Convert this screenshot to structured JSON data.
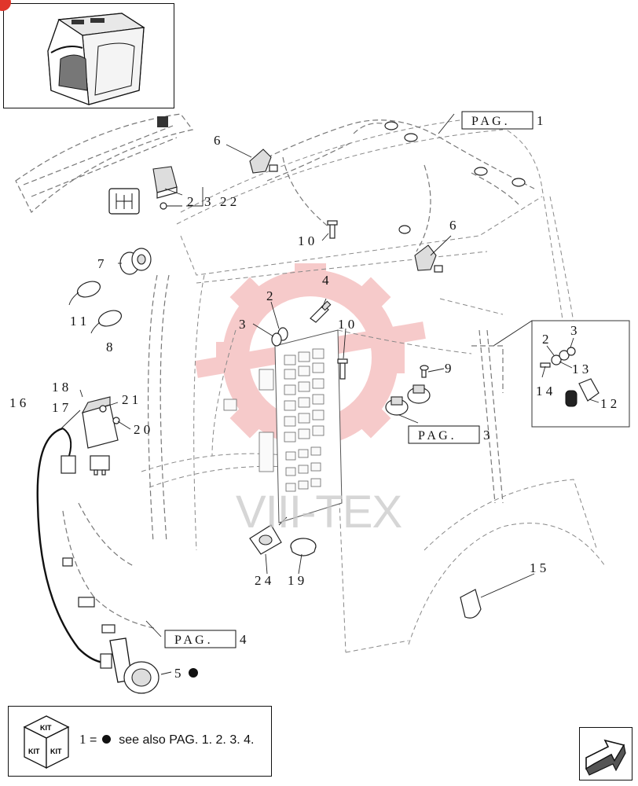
{
  "callouts": {
    "c6a": "6",
    "c6b": "6",
    "c2_top": "2",
    "c3_top": "3",
    "c22": "2 2",
    "c10a": "1 0",
    "c10b": "1 0",
    "c7": "7",
    "c11": "1 1",
    "c8": "8",
    "c4": "4",
    "c2_mid": "2",
    "c3_mid": "3",
    "c9": "9",
    "c16": "1 6",
    "c18": "1 8",
    "c17": "1 7",
    "c21": "2 1",
    "c20": "2 0",
    "c24": "2 4",
    "c19": "1 9",
    "c15": "1 5",
    "c5": "5",
    "c2_inset": "2",
    "c3_inset": "3",
    "c13": "1 3",
    "c14": "1 4",
    "c12": "1 2"
  },
  "page_refs": {
    "pag1": "P A G .",
    "pag1_num": "1",
    "pag3": "P A G .",
    "pag3_num": "3",
    "pag4": "P A G .",
    "pag4_num": "4"
  },
  "legend": {
    "kit_label_top": "KIT",
    "kit_label_left": "KIT",
    "kit_label_right": "KIT",
    "number": "1",
    "equals": "=",
    "text": "see also PAG. 1. 2. 3. 4."
  },
  "watermark": "VIII-TEX",
  "colors": {
    "watermark_red": "#f0a0a0",
    "corner_dot": "#e0352b",
    "ink": "#111111"
  }
}
